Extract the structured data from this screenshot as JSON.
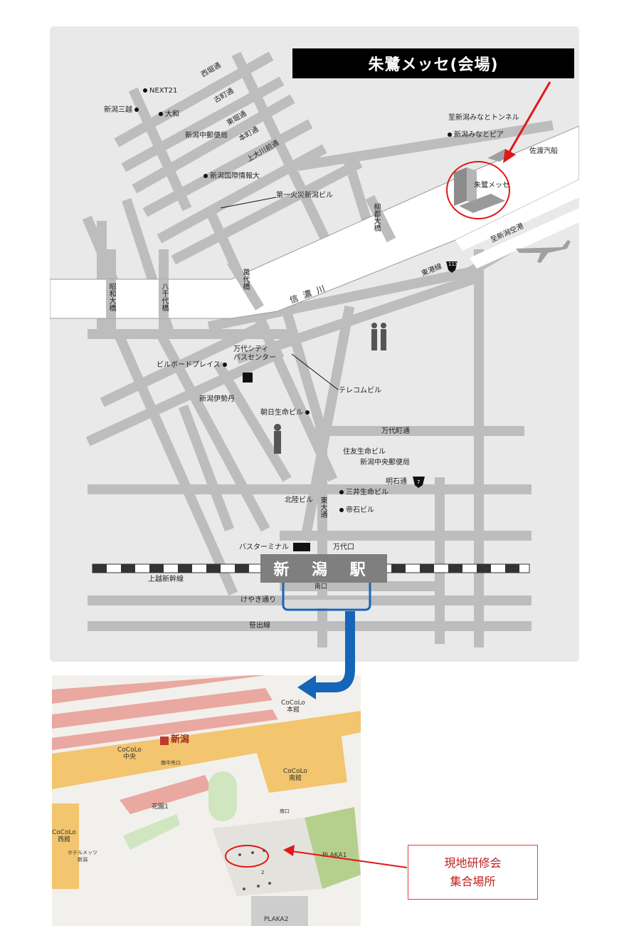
{
  "venue_title": "朱鷺メッセ(会場)",
  "station": "新 潟 駅",
  "river": "信 濃 川",
  "roads": {
    "nishibori": "西堀通",
    "furumachi": "古町通",
    "higashibori": "東堀通",
    "honcho": "本町通",
    "kamiookawamae": "上大川前通",
    "higashidori": "東大通",
    "bandaicho": "万代町通",
    "akashi": "明石通",
    "higashiko": "東港線",
    "keyaki": "けやき通り",
    "sasade": "笹出線",
    "joetsu": "上越新幹線",
    "to_minato_tunnel": "至新潟みなとトンネル",
    "to_airport": "至新潟空港",
    "route113": "113",
    "route7": "7"
  },
  "bridges": {
    "showa": "昭和大橋",
    "yachiyo": "八千代橋",
    "bandai": "萬代橋",
    "ryuto": "柳都大橋"
  },
  "places": {
    "next21": "NEXT21",
    "mitsukoshi": "新潟三越",
    "daiwa": "大和",
    "post_chuo": "新潟中郵便局",
    "kokusai": "新潟国際情報大",
    "daiichi": "第一火災新潟ビル",
    "minato_pier": "新潟みなとピア",
    "sado_kisen": "佐渡汽船",
    "tokimesse": "朱鷺メッセ",
    "billboard": "ビルボードプレイス",
    "bandai_city_line1": "万代シティ",
    "bandai_city_line2": "バスセンター",
    "isetan": "新潟伊勢丹",
    "telecom": "テレコムビル",
    "asahi": "朝日生命ビル",
    "sumitomo": "住友生命ビル",
    "post_central": "新潟中央郵便局",
    "hokuriku": "北陸ビル",
    "mitsui": "三井生命ビル",
    "teiseki": "帝石ビル",
    "bus_terminal": "バスターミナル",
    "bandai_exit": "万代口",
    "south_exit": "南口"
  },
  "station_map": {
    "cocolo_honkan_1": "CoCoLo",
    "cocolo_honkan_2": "本館",
    "cocolo_chuo_1": "CoCoLo",
    "cocolo_chuo_2": "中央",
    "station_label": "新潟",
    "south_central_exit": "南中央口",
    "cocolo_nankan_1": "CoCoLo",
    "cocolo_nankan_2": "南館",
    "hanazono": "花園1",
    "south_exit_small": "南口",
    "cocolo_seikan_1": "CoCoLo",
    "cocolo_seikan_2": "西館",
    "hotel_1": "ホテルメッツ",
    "hotel_2": "新潟",
    "plaka1": "PLAKA1",
    "plaka2": "PLAKA2",
    "area_num": "2"
  },
  "meeting": {
    "line1": "現地研修会",
    "line2": "集合場所"
  },
  "colors": {
    "road": "#bdbdbd",
    "panel": "#e9e9e9",
    "arrow_red": "#e01818",
    "arrow_blue": "#1565b8",
    "building_orange": "#f2c56e",
    "platform_pink": "#e9a8a0"
  }
}
